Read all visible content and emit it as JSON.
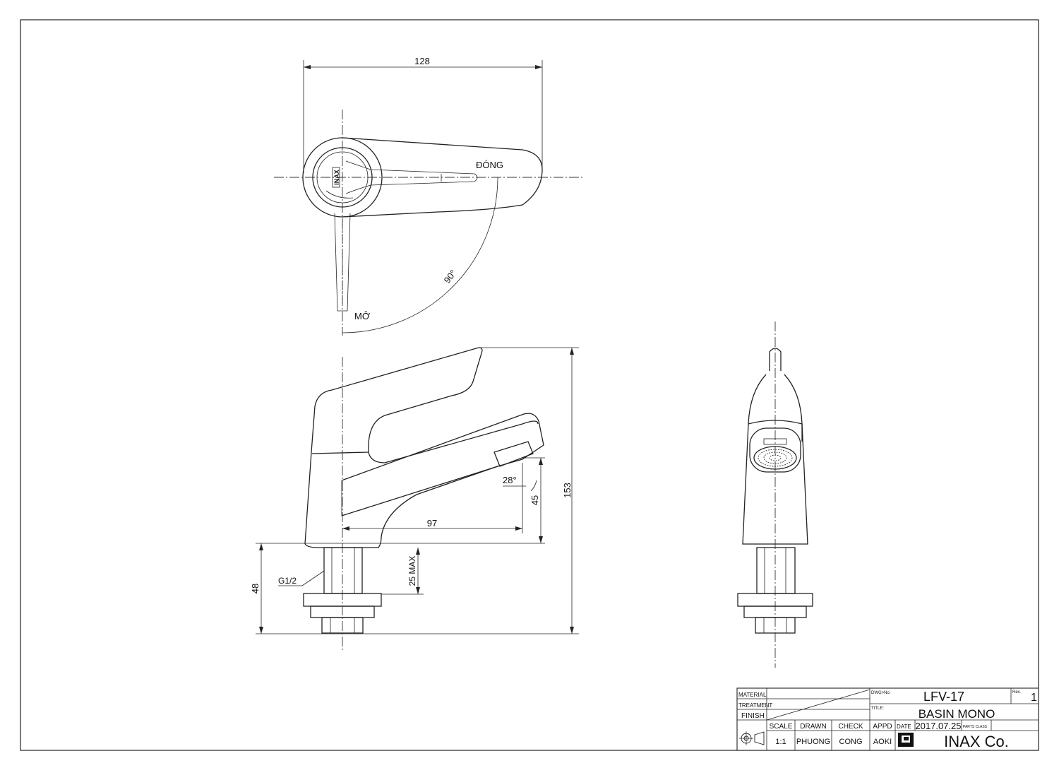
{
  "dimensions": {
    "width_top": "128",
    "closed_label": "ĐÓNG",
    "open_label": "MỞ",
    "rotation_angle": "90°",
    "spout_angle": "28°",
    "spout_reach": "97",
    "outlet_height": "45",
    "total_height": "153",
    "shank_length": "48",
    "max_counter_thickness": "25 MAX",
    "thread": "G1/2"
  },
  "brand_mark": "INAX",
  "title_block": {
    "material_label": "MATERIAL",
    "treatment_label": "TREATMENT",
    "finish_label": "FINISH",
    "dwg_no_label": "DWG>No.",
    "dwg_no": "LFV-17",
    "rev_label": "Rev.",
    "rev": "1",
    "title_label": "TITLE:",
    "title": "BASIN MONO",
    "scale_label": "SCALE",
    "scale": "1:1",
    "drawn_label": "DRAWN",
    "drawn": "PHUONG",
    "check_label": "CHECK",
    "check": "CONG",
    "appd_label": "APPD",
    "appd": "AOKI",
    "date_label": "DATE",
    "date": "2017.07.25",
    "parts_class_label": "PARTS CLASS",
    "company": "INAX Co."
  }
}
